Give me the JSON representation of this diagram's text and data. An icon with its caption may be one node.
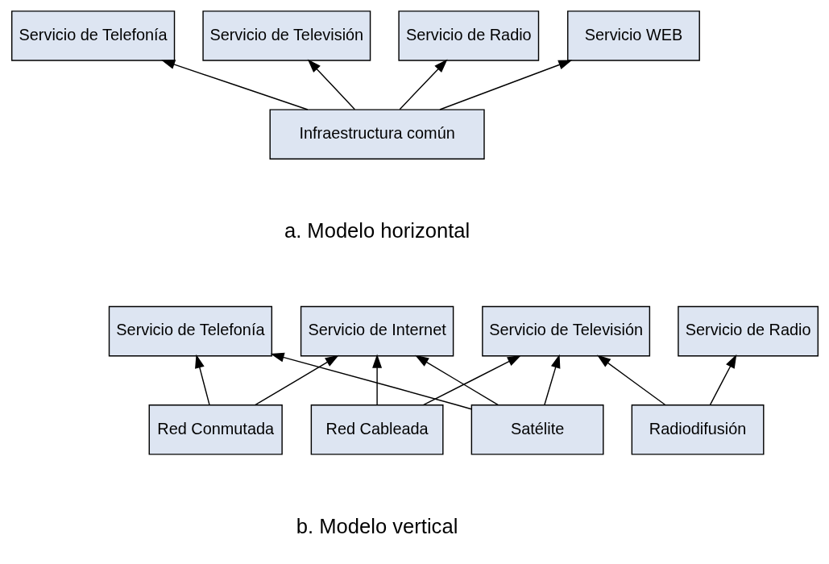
{
  "diagram": {
    "nodes": [
      {
        "text": [
          "Servicio de Telefonía"
        ]
      },
      {
        "text": [
          "Servicio de Televisión"
        ]
      },
      {
        "text": [
          "Servicio de Radio"
        ]
      },
      {
        "text": [
          "Servicio WEB"
        ]
      },
      {
        "text": [
          "Infraestructura común"
        ]
      },
      {
        "text": [
          "Servicio de Telefonía"
        ]
      },
      {
        "text": [
          "Servicio de Internet"
        ]
      },
      {
        "text": [
          "Servicio de Televisión"
        ]
      },
      {
        "text": [
          "Servicio de Radio"
        ]
      },
      {
        "text": [
          "Red Conmutada"
        ]
      },
      {
        "text": [
          "Red Cableada"
        ]
      },
      {
        "text": [
          "Satélite"
        ]
      },
      {
        "text": [
          "Radiodifusión"
        ]
      }
    ],
    "edges": [
      {
        "from": 4,
        "to": 0,
        "arrow": "to"
      },
      {
        "from": 4,
        "to": 1,
        "arrow": "to"
      },
      {
        "from": 4,
        "to": 2,
        "arrow": "to"
      },
      {
        "from": 4,
        "to": 3,
        "arrow": "to"
      },
      {
        "from": 9,
        "to": 5,
        "arrow": "to"
      },
      {
        "from": 9,
        "to": 6,
        "arrow": "to"
      },
      {
        "from": 10,
        "to": 6,
        "arrow": "to"
      },
      {
        "from": 10,
        "to": 7,
        "arrow": "to"
      },
      {
        "from": 11,
        "to": 5,
        "arrow": "to"
      },
      {
        "from": 11,
        "to": 6,
        "arrow": "to"
      },
      {
        "from": 11,
        "to": 7,
        "arrow": "to"
      },
      {
        "from": 12,
        "to": 7,
        "arrow": "to"
      },
      {
        "from": 12,
        "to": 8,
        "arrow": "to"
      }
    ],
    "labels": [
      "a. Modelo horizontal",
      "b. Modelo vertical"
    ]
  }
}
